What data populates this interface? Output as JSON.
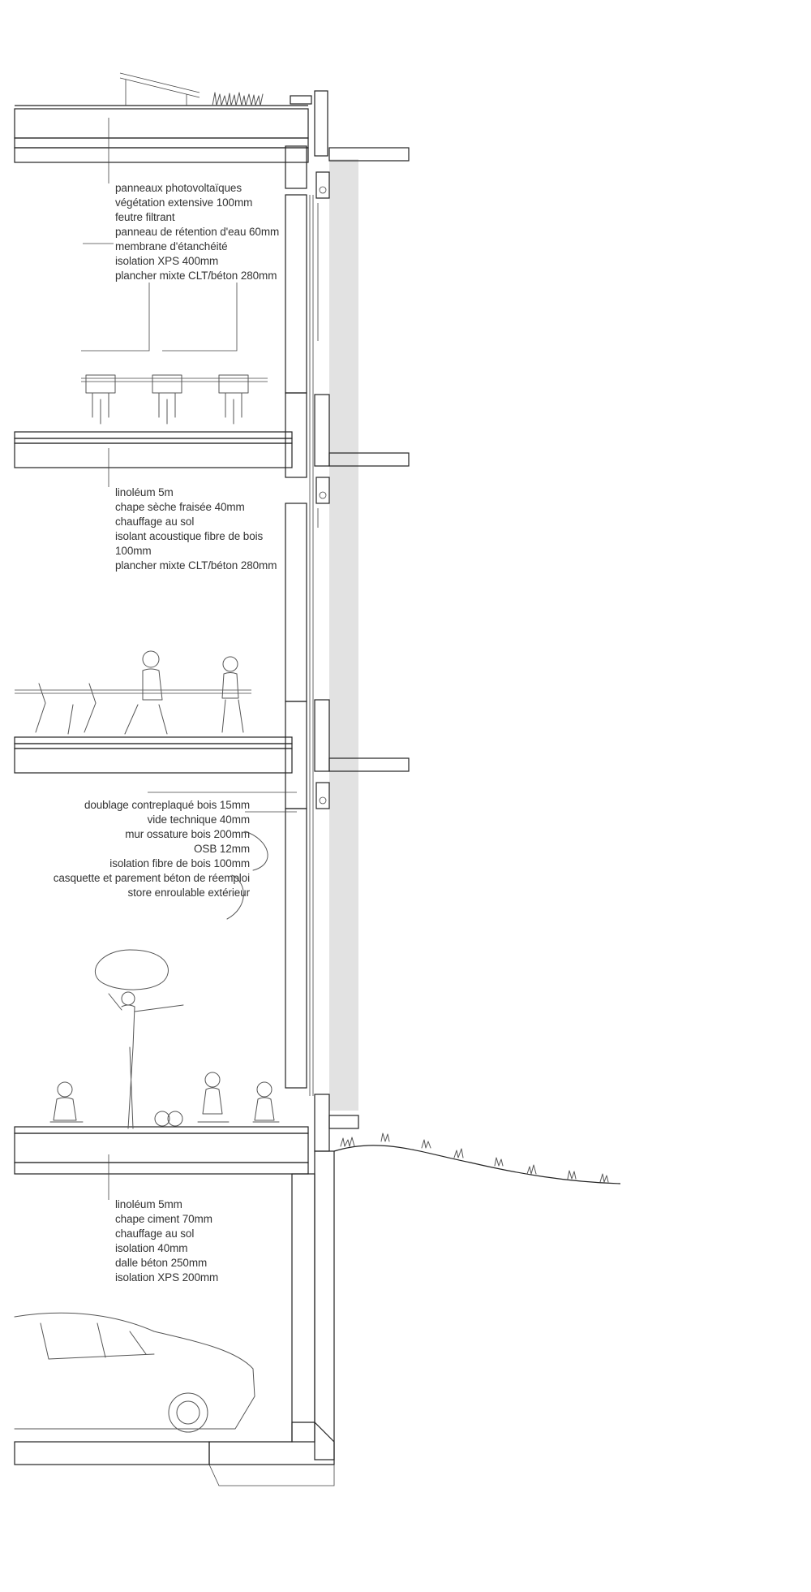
{
  "annotations": {
    "roof": [
      "panneaux photovoltaïques",
      "végétation extensive 100mm",
      "feutre filtrant",
      "panneau de rétention d'eau 60mm",
      "membrane d'étanchéité",
      "isolation XPS 400mm",
      "plancher mixte CLT/béton 280mm"
    ],
    "floor": [
      "linoléum 5m",
      "chape sèche fraisée 40mm",
      "chauffage au sol",
      "isolant acoustique fibre de bois",
      "100mm",
      "plancher mixte CLT/béton 280mm"
    ],
    "wall": [
      "doublage contreplaqué bois 15mm",
      "vide technique 40mm",
      "mur ossature bois 200mm",
      "OSB 12mm",
      "isolation fibre de bois 100mm",
      "casquette et parement béton de réemploi",
      "store enroulable extérieur"
    ],
    "ground": [
      "linoléum 5mm",
      "chape ciment 70mm",
      "chauffage au sol",
      "isolation 40mm",
      "dalle béton 250mm",
      "isolation XPS 200mm"
    ]
  }
}
